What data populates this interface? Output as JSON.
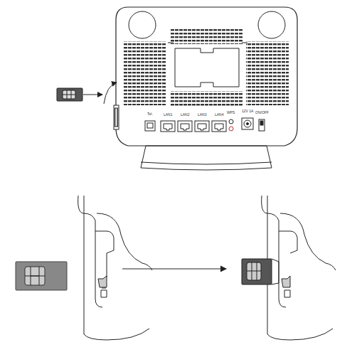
{
  "diagram": {
    "labels": [
      "Tel.",
      "LAN1",
      "LAN2",
      "LAN3",
      "LAN4",
      "WPS",
      "12V 1A",
      "ON/OFF"
    ]
  }
}
